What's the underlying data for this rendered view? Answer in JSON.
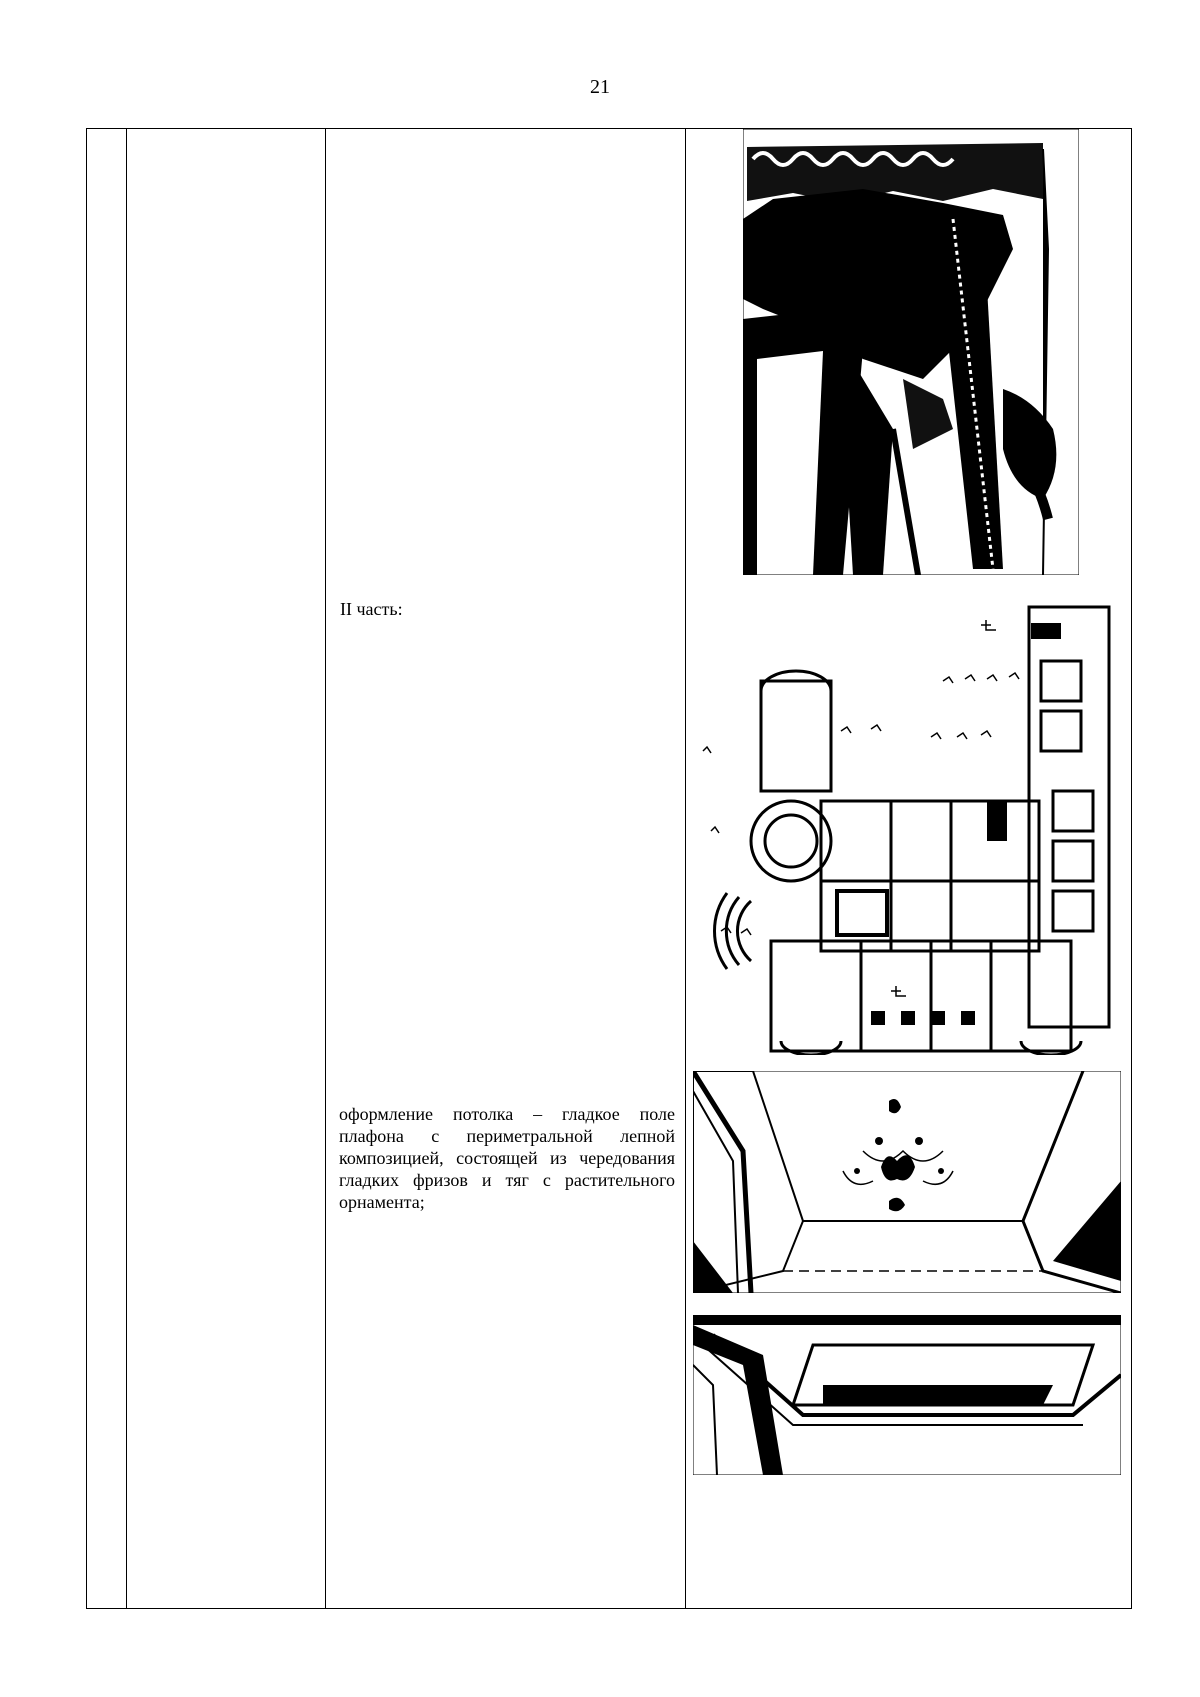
{
  "page": {
    "number": "21"
  },
  "table": {
    "row": {
      "section_label": "II часть:",
      "ceiling_description": "оформление потолка – гладкое поле плафона с периметральной лепной композицией, состоящей из чередования гладких фризов и тяг с растительного орнамента;"
    }
  },
  "images": {
    "photo_interior": {
      "icon": "interior-photo"
    },
    "floor_plan": {
      "icon": "floor-plan-drawing"
    },
    "photo_ceiling_1": {
      "icon": "ceiling-photo"
    },
    "photo_ceiling_2": {
      "icon": "ceiling-photo"
    }
  }
}
